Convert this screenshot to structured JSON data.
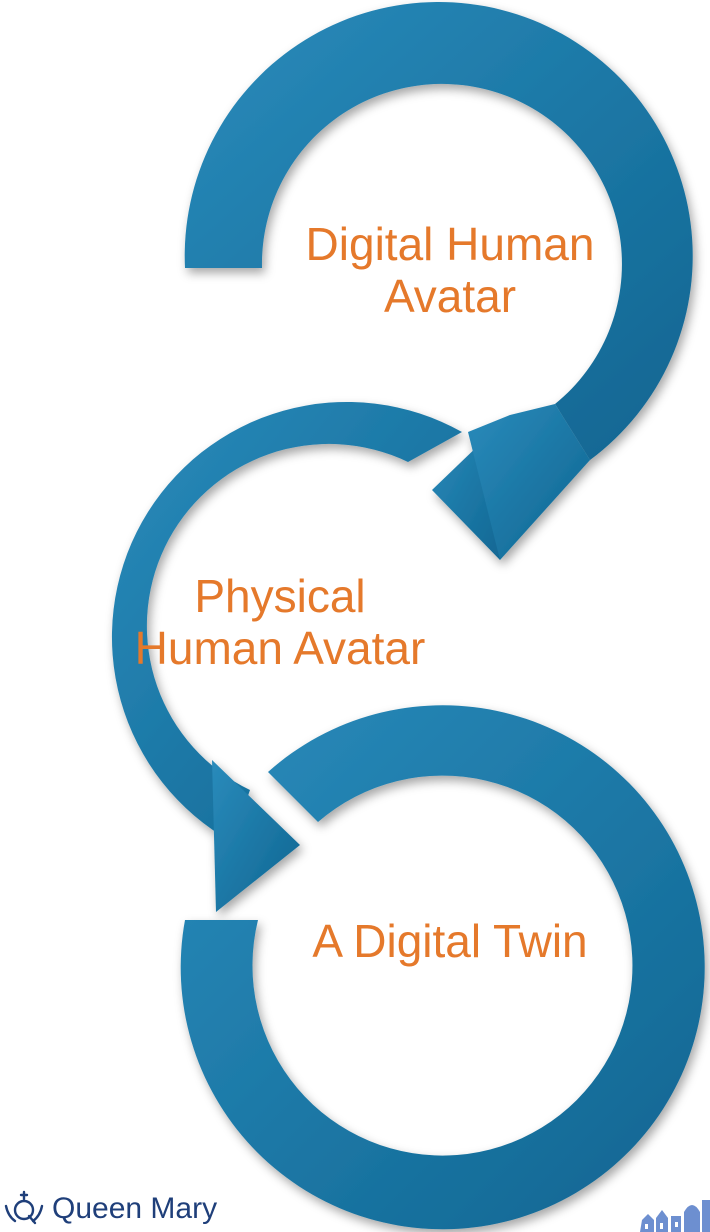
{
  "cycle": {
    "stage_1": {
      "line_1": "Digital Human",
      "line_2": "Avatar"
    },
    "stage_2": {
      "line_1": "Physical",
      "line_2": "Human Avatar"
    },
    "stage_3": {
      "line_1": "A Digital Twin"
    }
  },
  "footer": {
    "logo_text": "Queen Mary",
    "logo_icon": "crown-q-icon",
    "skyline_icon": "skyline-icon"
  },
  "colors": {
    "arrow_light": "#2787b7",
    "arrow_dark": "#0f6591",
    "label_text": "#e5792b",
    "logo_text": "#1f3f7a"
  }
}
